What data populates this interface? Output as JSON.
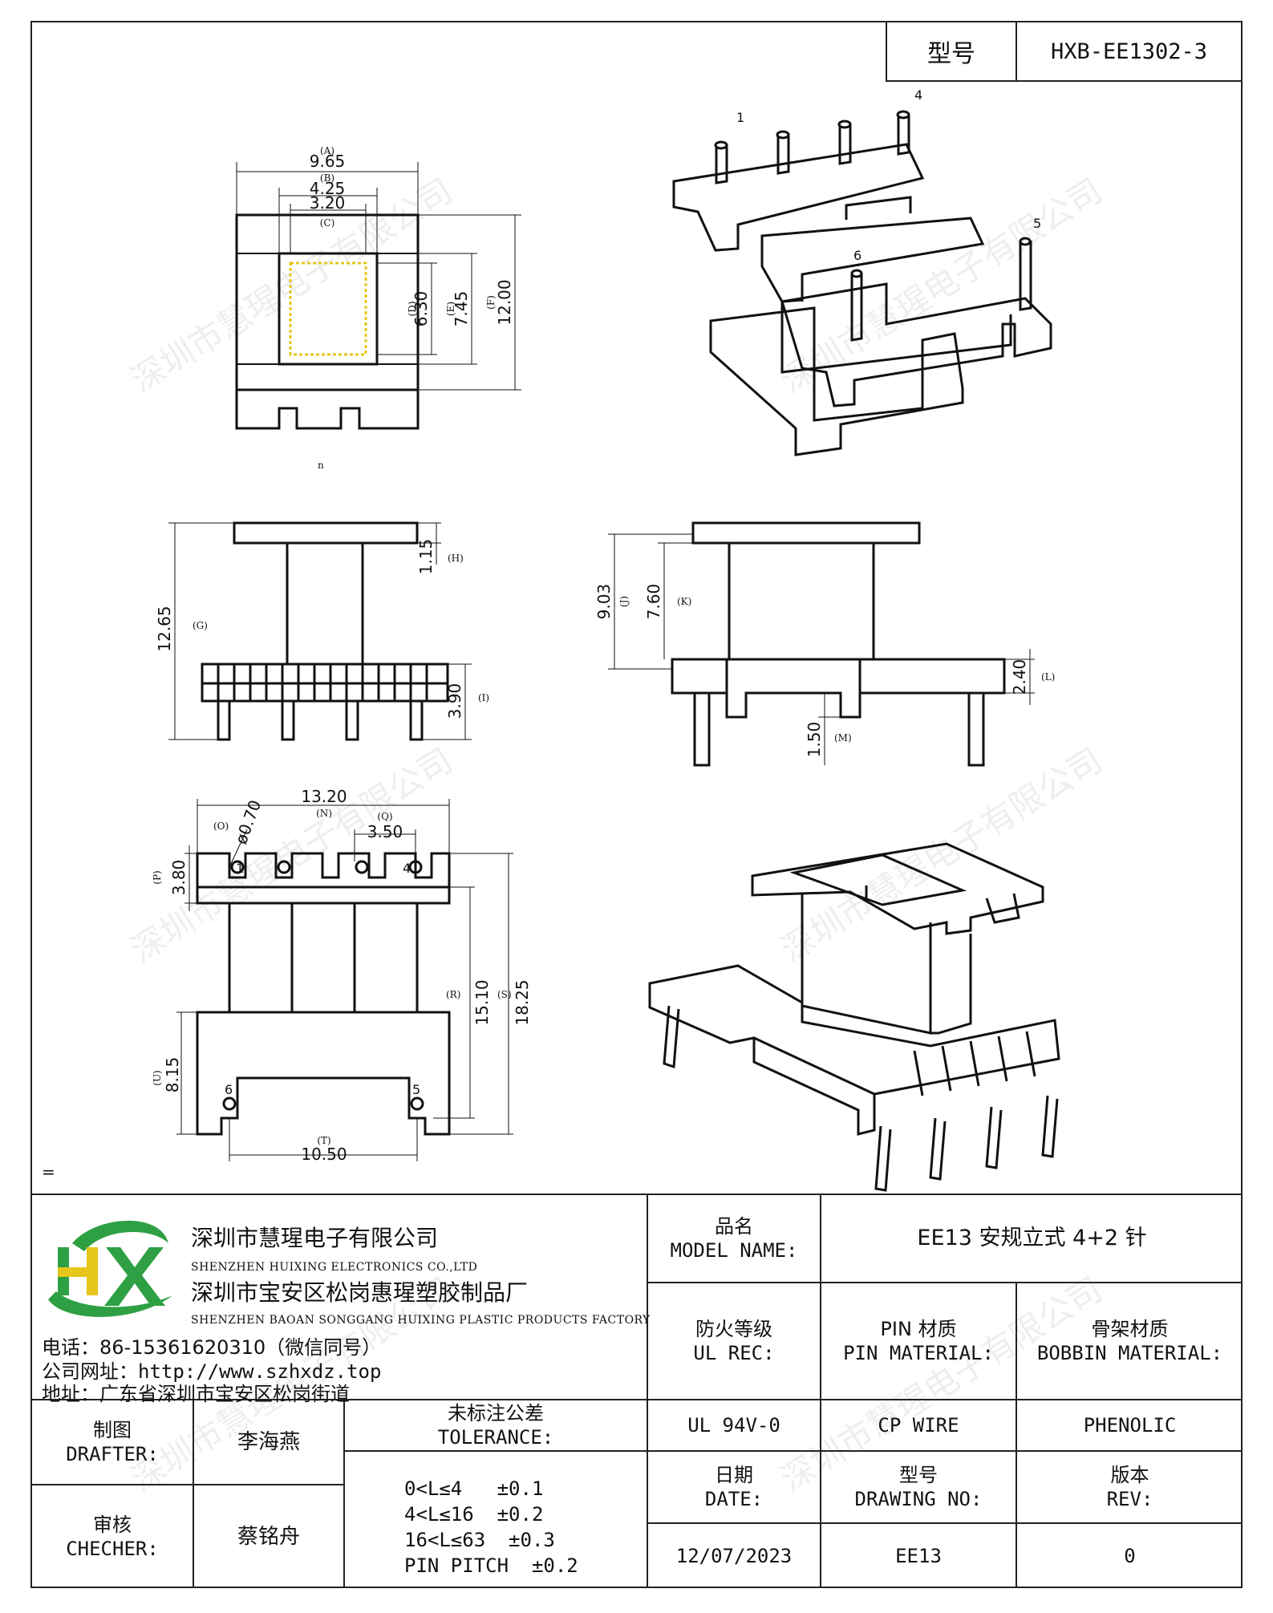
{
  "header": {
    "model_label": "型号",
    "model_value": "HXB-EE1302-3"
  },
  "watermark": "深圳市慧瑆电子有限公司",
  "drawing": {
    "top_view": {
      "dim_a": "9.65",
      "dim_a_tag": "(A)",
      "dim_b": "4.25",
      "dim_b_tag": "(B)",
      "dim_c": "3.20",
      "dim_c_tag": "(C)",
      "dim_d": "6.30",
      "dim_d_tag": "(D)",
      "dim_e": "7.45",
      "dim_e_tag": "(E)",
      "dim_f": "12.00",
      "dim_f_tag": "(F)"
    },
    "front_view": {
      "dim_g": "12.65",
      "dim_g_tag": "(G)",
      "dim_h": "1.15",
      "dim_h_tag": "(H)",
      "dim_i": "3.90",
      "dim_i_tag": "(I)"
    },
    "side_view": {
      "dim_j": "9.03",
      "dim_j_tag": "(J)",
      "dim_k": "7.60",
      "dim_k_tag": "(K)",
      "dim_l": "2.40",
      "dim_l_tag": "(L)",
      "dim_m": "1.50",
      "dim_m_tag": "(M)"
    },
    "bottom_view": {
      "dim_n": "13.20",
      "dim_n_tag": "(N)",
      "dim_o": "ø0.70",
      "dim_o_tag": "(O)",
      "dim_q": "3.50",
      "dim_q_tag": "(Q)",
      "dim_p": "3.80",
      "dim_p_tag": "(P)",
      "dim_r": "15.10",
      "dim_r_tag": "(R)",
      "dim_s": "18.25",
      "dim_s_tag": "(S)",
      "dim_u": "8.15",
      "dim_u_tag": "(U)",
      "dim_t": "10.50",
      "dim_t_tag": "(T)",
      "pin1": "1",
      "pin4": "4",
      "pin5": "5",
      "pin6": "6"
    },
    "iso_top": {
      "pin1": "1",
      "pin4": "4",
      "pin5": "5",
      "pin6": "6"
    },
    "stray_mark": "=",
    "small_mark": "n"
  },
  "company": {
    "logo_text": "HX",
    "name_cn": "深圳市慧瑆电子有限公司",
    "name_en": "SHENZHEN HUIXING ELECTRONICS CO.,LTD",
    "factory_cn": "深圳市宝安区松岗惠瑆塑胶制品厂",
    "factory_en": "SHENZHEN BAOAN SONGGANG HUIXING PLASTIC PRODUCTS FACTORY",
    "phone": "电话：86-15361620310（微信同号）",
    "website": "公司网址：http://www.szhxdz.top",
    "address": "地址：广东省深圳市宝安区松岗街道"
  },
  "titleblock": {
    "model_name_cn": "品名",
    "model_name_en": "MODEL NAME:",
    "model_name_value": "EE13 安规立式 4+2 针",
    "ul_cn": "防火等级",
    "ul_en": "UL REC:",
    "pin_cn": "PIN 材质",
    "pin_en": "PIN MATERIAL:",
    "bobbin_cn": "骨架材质",
    "bobbin_en": "BOBBIN MATERIAL:",
    "ul_value": "UL 94V-0",
    "pin_value": "CP WIRE",
    "bobbin_value": "PHENOLIC",
    "drafter_cn": "制图",
    "drafter_en": "DRAFTER:",
    "drafter_name": "李海燕",
    "checker_cn": "审核",
    "checker_en": "CHECHER:",
    "checker_name": "蔡铭舟",
    "tolerance_cn": "未标注公差",
    "tolerance_en": "TOLERANCE:",
    "tolerance_lines": [
      "0<L≤4   ±0.1",
      "4<L≤16  ±0.2",
      "16<L≤63  ±0.3",
      "PIN PITCH  ±0.2"
    ],
    "date_cn": "日期",
    "date_en": "DATE:",
    "date_value": "12/07/2023",
    "drawing_cn": "型号",
    "drawing_en": "DRAWING NO:",
    "drawing_value": "EE13",
    "rev_cn": "版本",
    "rev_en": "REV:",
    "rev_value": "0"
  },
  "colors": {
    "logo_green": "#2ea043",
    "logo_yellow": "#e6c619",
    "line": "#222222"
  }
}
